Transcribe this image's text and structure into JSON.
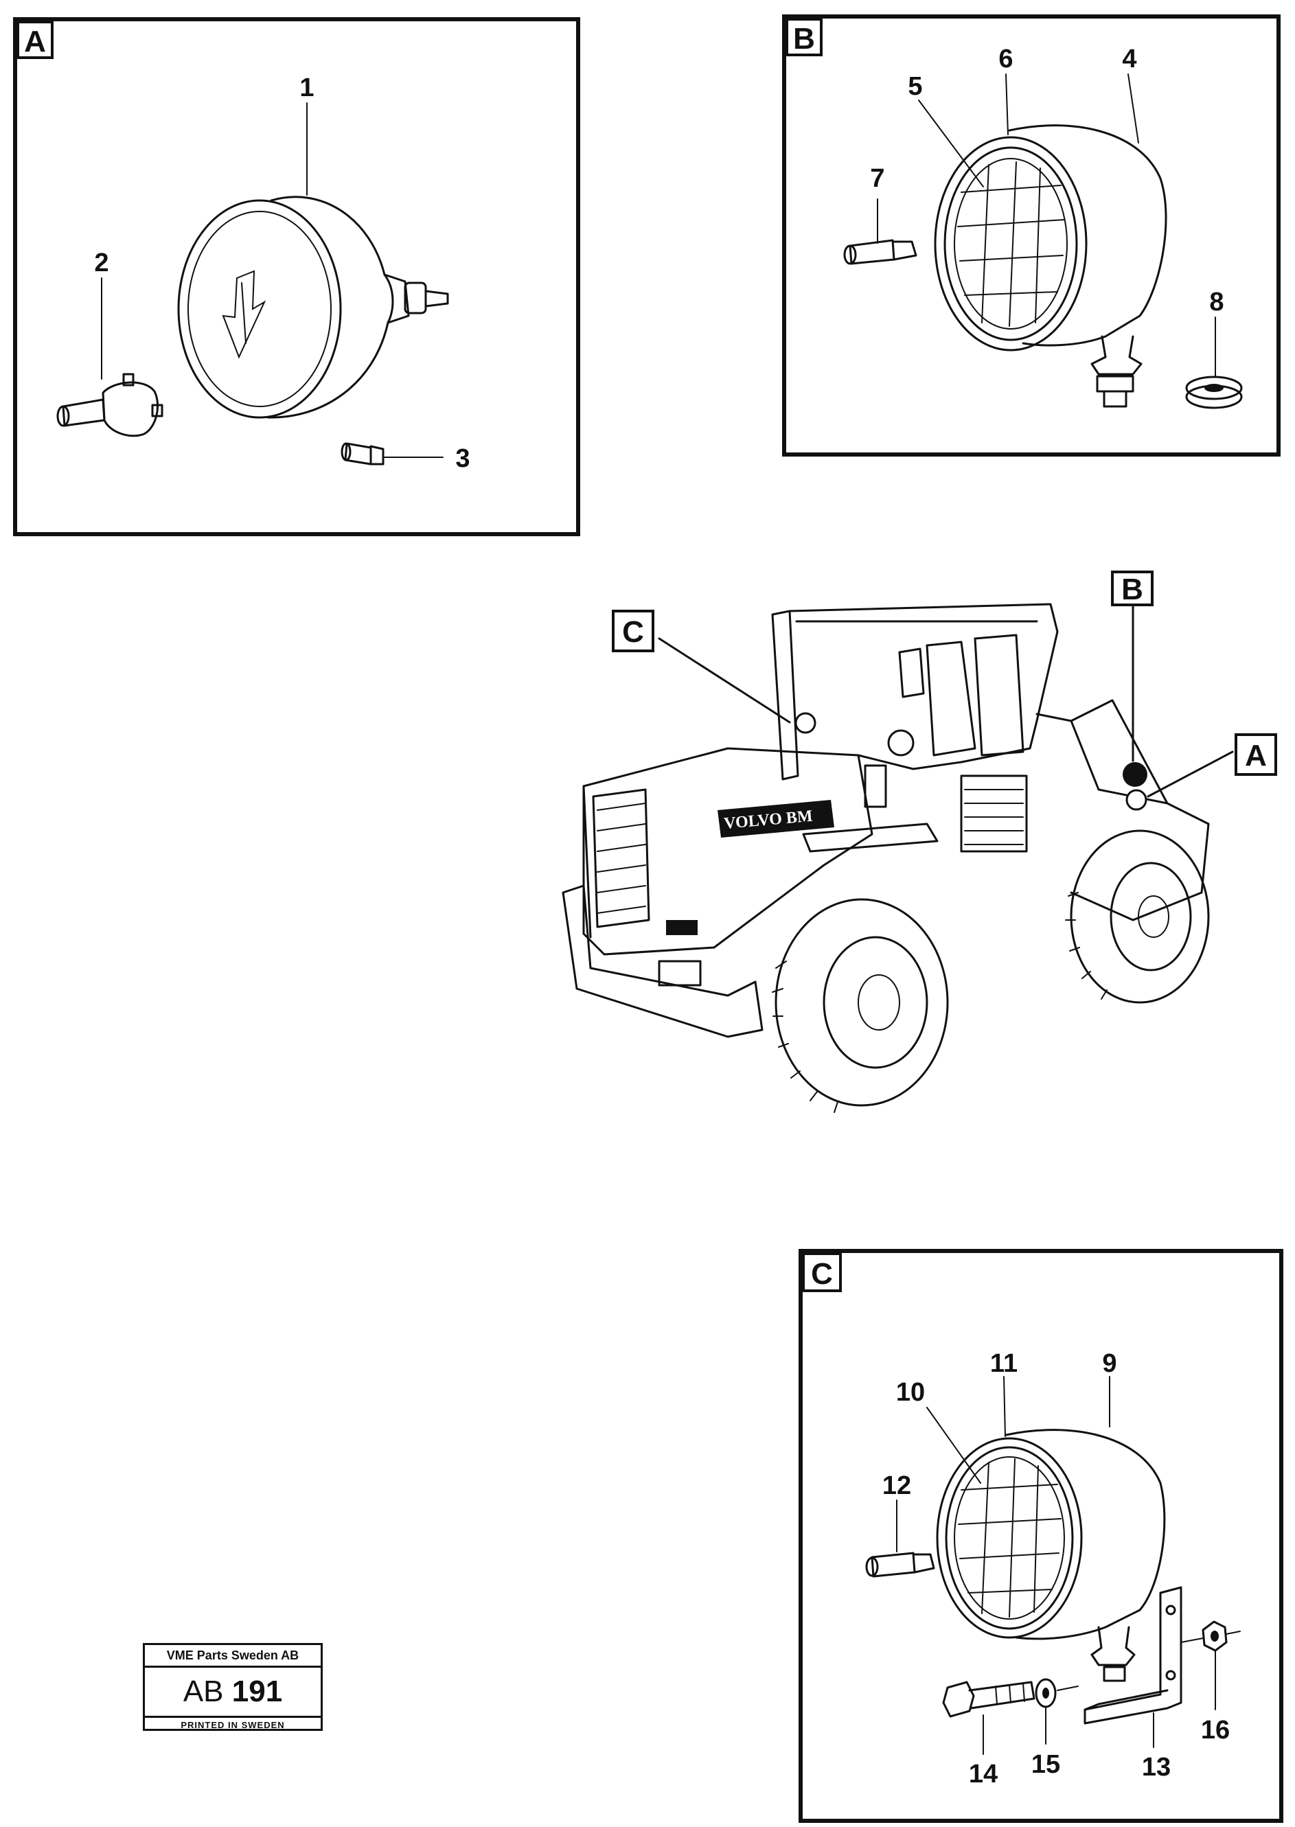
{
  "panels": {
    "a": {
      "tag": "A",
      "callouts": [
        "1",
        "2",
        "3"
      ]
    },
    "b": {
      "tag": "B",
      "callouts": [
        "4",
        "5",
        "6",
        "7",
        "8"
      ]
    },
    "c": {
      "tag": "C",
      "callouts": [
        "9",
        "10",
        "11",
        "12",
        "13",
        "14",
        "15",
        "16"
      ]
    }
  },
  "machine": {
    "brand_plate": "VOLVO BM",
    "pointer_tags": [
      "A",
      "B",
      "C"
    ]
  },
  "stamp": {
    "company": "VME Parts Sweden AB",
    "code_prefix": "AB",
    "code_number": "191",
    "footer": "PRINTED IN SWEDEN"
  }
}
